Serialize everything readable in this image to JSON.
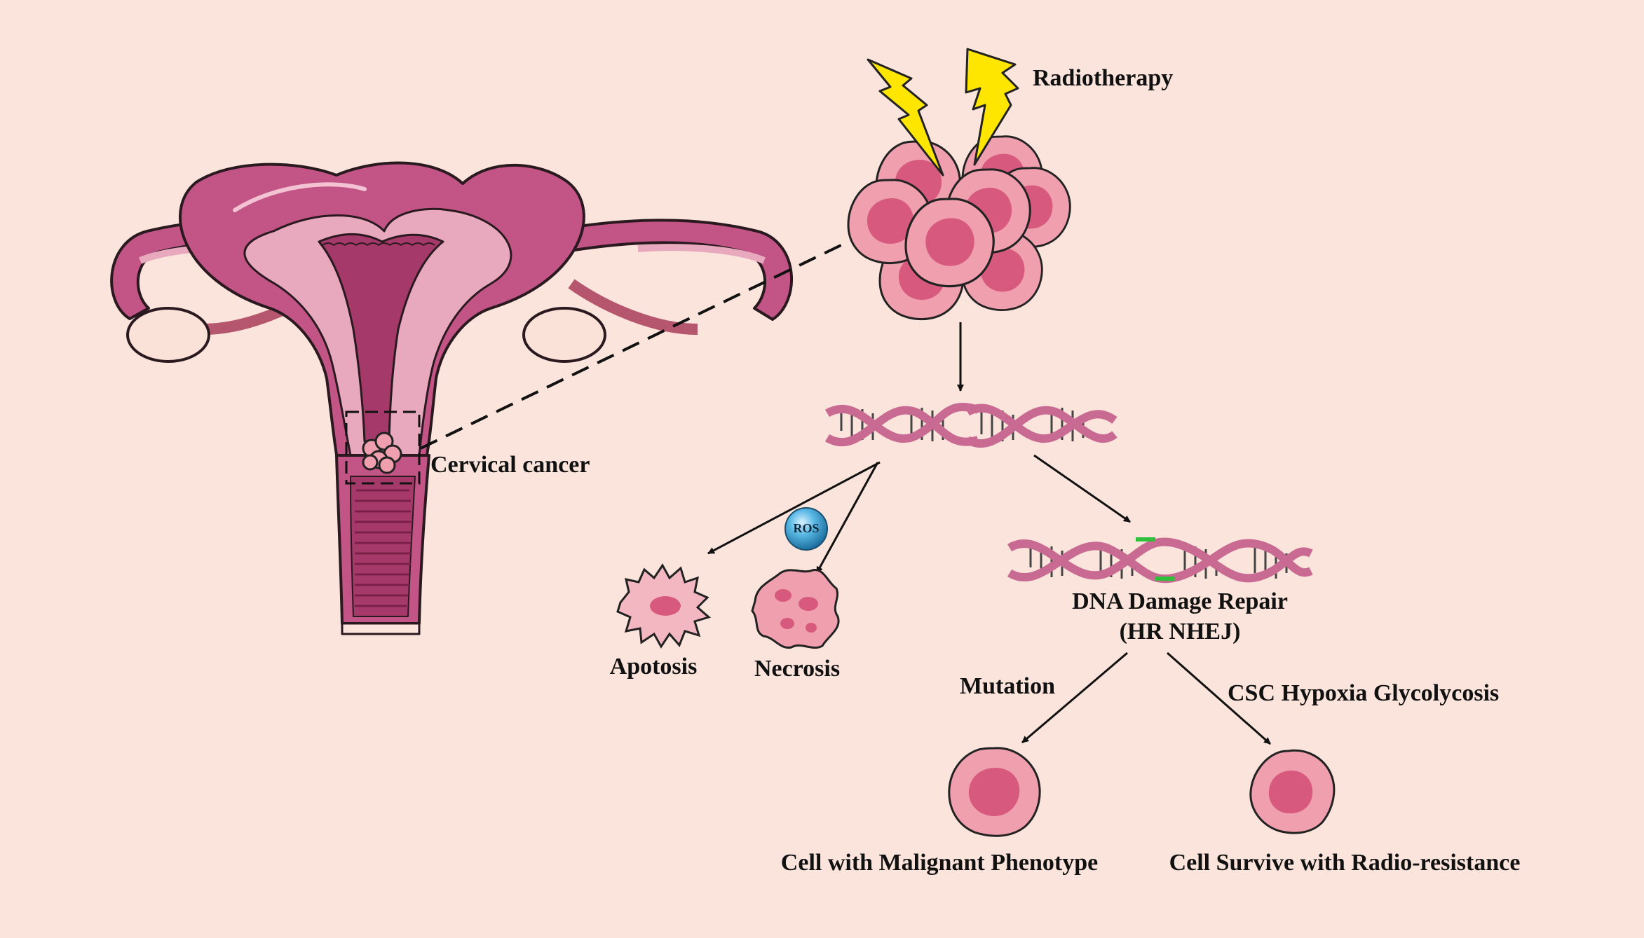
{
  "labels": {
    "radiotherapy": "Radiotherapy",
    "cervical_cancer": "Cervical cancer",
    "ros": "ROS",
    "apotosis": "Apotosis",
    "necrosis": "Necrosis",
    "dna_repair_line1": "DNA Damage Repair",
    "dna_repair_line2": "(HR  NHEJ)",
    "mutation": "Mutation",
    "csc_factors": "CSC  Hypoxia  Glycolycosis",
    "malignant_cell": "Cell with Malignant Phenotype",
    "radioresistant_cell": "Cell Survive with Radio-resistance"
  },
  "colors": {
    "background": "#fbe4db",
    "uterus_pink": "#e8a8bd",
    "uterus_dark": "#a53a6a",
    "cell_fill": "#ef9fae",
    "cell_nucleus": "#d75a7e",
    "ovary": "#fbe2d8",
    "lightning": "#ffe600",
    "ros_blue": "#3a9fcf",
    "dna_pink": "#c96a93",
    "repair_green": "#2fbf3a"
  }
}
